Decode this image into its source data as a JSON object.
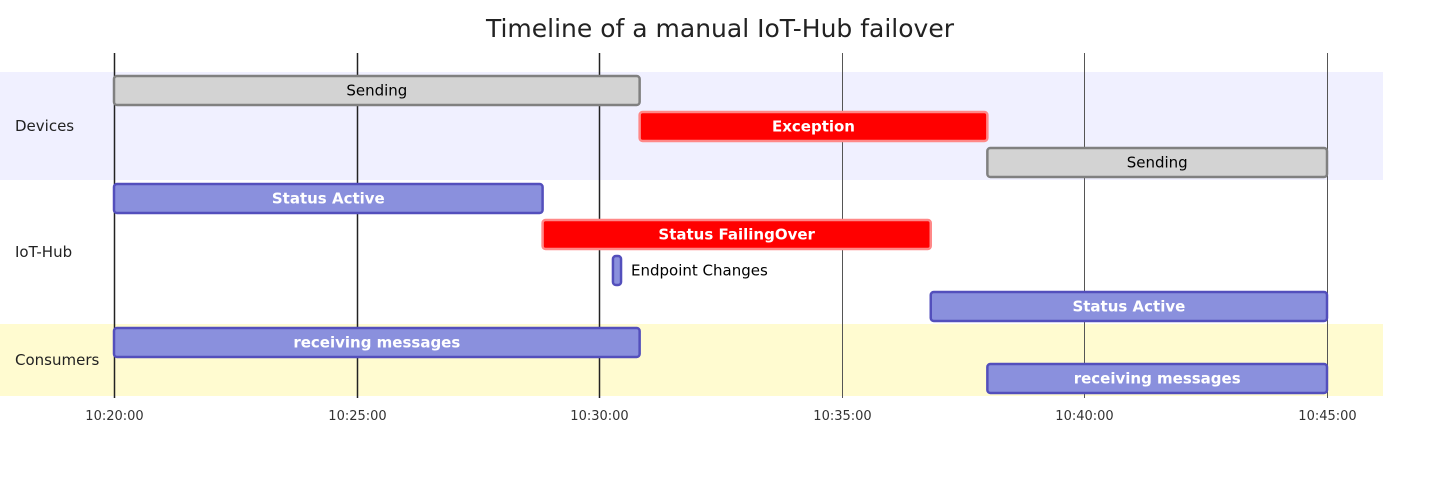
{
  "chart_data": {
    "type": "gantt",
    "title": "Timeline of a manual IoT-Hub failover",
    "time_axis": {
      "start": "10:20:00",
      "end": "10:45:00",
      "tick_labels": [
        "10:20:00",
        "10:25:00",
        "10:30:00",
        "10:35:00",
        "10:40:00",
        "10:45:00"
      ],
      "vertical_grid": true
    },
    "colors": {
      "section_band_devices": "#f0f0ff",
      "section_band_iothub": "#ffffff",
      "section_band_consumers": "#fffbd0",
      "task_default_fill": "#8a90dd",
      "task_default_stroke": "#534fbc",
      "task_done_fill": "#d3d3d3",
      "task_done_stroke": "#808080",
      "task_crit_fill": "#ff0000",
      "task_crit_stroke": "#ff8888"
    },
    "sections": [
      {
        "name": "Devices",
        "band": "section_band_devices",
        "tasks": [
          {
            "label": "Sending",
            "start": "10:20:00",
            "end": "10:30:50",
            "style": "done"
          },
          {
            "label": "Exception",
            "start": "10:30:50",
            "end": "10:38:00",
            "style": "crit"
          },
          {
            "label": "Sending",
            "start": "10:38:00",
            "end": "10:45:00",
            "style": "done"
          }
        ]
      },
      {
        "name": "IoT-Hub",
        "band": "section_band_iothub",
        "tasks": [
          {
            "label": "Status Active",
            "start": "10:20:00",
            "end": "10:28:50",
            "style": "active"
          },
          {
            "label": "Status FailingOver",
            "start": "10:28:50",
            "end": "10:36:50",
            "style": "crit"
          },
          {
            "label": "Endpoint Changes",
            "start": "10:30:17",
            "end": "10:30:27",
            "style": "active",
            "label_outside": true
          },
          {
            "label": "Status Active",
            "start": "10:36:50",
            "end": "10:45:00",
            "style": "active"
          }
        ]
      },
      {
        "name": "Consumers",
        "band": "section_band_consumers",
        "tasks": [
          {
            "label": "receiving messages",
            "start": "10:20:00",
            "end": "10:30:50",
            "style": "active"
          },
          {
            "label": "receiving messages",
            "start": "10:38:00",
            "end": "10:45:00",
            "style": "active"
          }
        ]
      }
    ]
  }
}
